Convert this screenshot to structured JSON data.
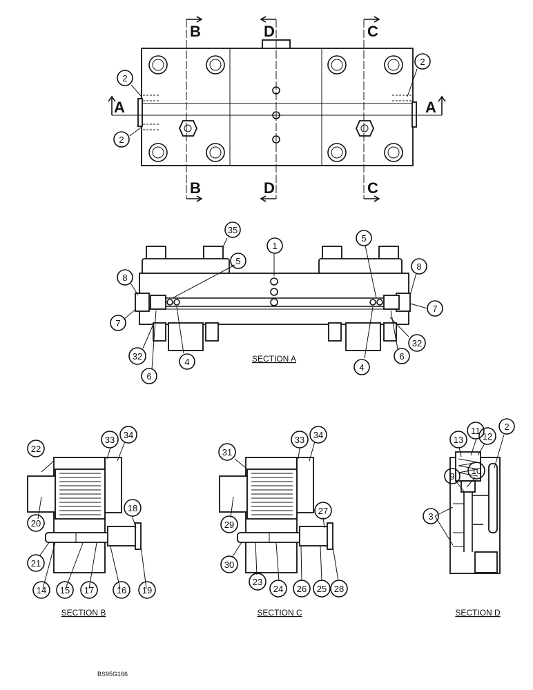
{
  "top_view": {
    "section_marks": {
      "A": "A",
      "B": "B",
      "C": "C",
      "D": "D"
    },
    "callouts": [
      "2",
      "2",
      "2"
    ]
  },
  "section_a": {
    "title": "SECTION A",
    "callouts": {
      "c35": "35",
      "c1": "1",
      "c5a": "5",
      "c5b": "5",
      "c8a": "8",
      "c8b": "8",
      "c7a": "7",
      "c7b": "7",
      "c32a": "32",
      "c32b": "32",
      "c6a": "6",
      "c6b": "6",
      "c4a": "4",
      "c4b": "4"
    }
  },
  "section_b": {
    "title": "SECTION B",
    "callouts": {
      "c22": "22",
      "c33": "33",
      "c34": "34",
      "c20": "20",
      "c18": "18",
      "c21": "21",
      "c14": "14",
      "c15": "15",
      "c17": "17",
      "c16": "16",
      "c19": "19"
    }
  },
  "section_c": {
    "title": "SECTION C",
    "callouts": {
      "c31": "31",
      "c33": "33",
      "c34": "34",
      "c29": "29",
      "c27": "27",
      "c30": "30",
      "c23": "23",
      "c24": "24",
      "c26": "26",
      "c25": "25",
      "c28": "28"
    }
  },
  "section_d": {
    "title": "SECTION D",
    "callouts": {
      "c11": "11",
      "c12": "12",
      "c2": "2",
      "c13": "13",
      "c10": "10",
      "c9": "9",
      "c3": "3"
    }
  },
  "figure_code": "BS95G166"
}
